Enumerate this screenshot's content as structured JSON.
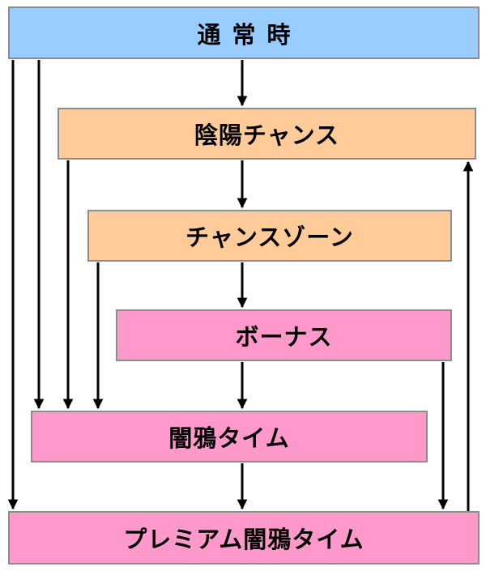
{
  "colors": {
    "normal": "#99ccff",
    "chance": "#ffcc99",
    "bonus": "#ff99cc",
    "border": "#8c8c8c",
    "arrow": "#000000"
  },
  "nodes": {
    "normal": "通常時",
    "onmyo_chance": "陰陽チャンス",
    "chance_zone": "チャンスゾーン",
    "bonus": "ボーナス",
    "yamigarasu_time": "闇鴉タイム",
    "premium_yamigarasu_time": "プレミアム闇鴉タイム"
  },
  "edges": [
    {
      "from": "通常時",
      "to": "陰陽チャンス"
    },
    {
      "from": "陰陽チャンス",
      "to": "チャンスゾーン"
    },
    {
      "from": "チャンスゾーン",
      "to": "ボーナス"
    },
    {
      "from": "ボーナス",
      "to": "闇鴉タイム"
    },
    {
      "from": "闇鴉タイム",
      "to": "プレミアム闇鴉タイム"
    },
    {
      "from": "通常時",
      "to": "プレミアム闇鴉タイム"
    },
    {
      "from": "通常時",
      "to": "闇鴉タイム"
    },
    {
      "from": "陰陽チャンス",
      "to": "闇鴉タイム"
    },
    {
      "from": "チャンスゾーン",
      "to": "闇鴉タイム"
    },
    {
      "from": "ボーナス",
      "to": "プレミアム闇鴉タイム"
    },
    {
      "from": "プレミアム闇鴉タイム",
      "to": "陰陽チャンス"
    }
  ]
}
